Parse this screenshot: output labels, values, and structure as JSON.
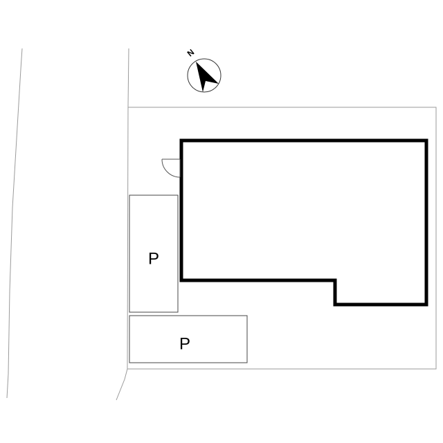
{
  "compass": {
    "north_label": "N",
    "icon": "north-arrow-icon"
  },
  "parking": {
    "space_1_label": "P",
    "space_2_label": "P"
  }
}
